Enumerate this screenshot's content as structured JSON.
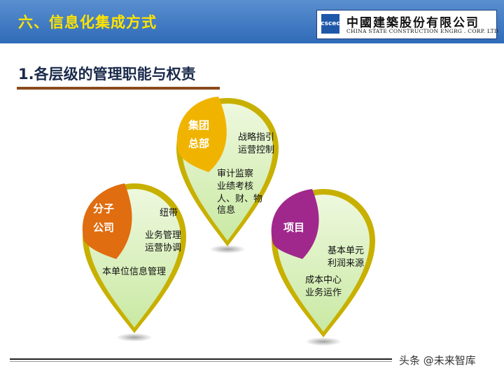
{
  "header": {
    "title": "六、信息化集成方式",
    "logo_cn": "中國建築股份有限公司",
    "logo_en": "CHINA STATE CONSTRUCTION ENGRG . CORP. LTD",
    "logo_mark": "cscec"
  },
  "section": {
    "title": "1.各层级的管理职能与权责"
  },
  "pins": {
    "group": {
      "title_lines": [
        "集团",
        "总部"
      ],
      "lines": [
        "战略指引",
        "运营控制",
        "审计监察",
        "业绩考核",
        "人、财、物",
        "信息"
      ],
      "color": "#f0b400"
    },
    "branch": {
      "title_lines": [
        "分子",
        "公司"
      ],
      "lines": [
        "纽带",
        "业务管理",
        "运营协调",
        "本单位信息管理"
      ],
      "color": "#e06d10"
    },
    "project": {
      "title_lines": [
        "项目"
      ],
      "lines": [
        "基本单元",
        "利润来源",
        "成本中心",
        "业务运作"
      ],
      "color": "#a0288c"
    }
  },
  "colors": {
    "header": "#2f6bb8",
    "title_accent": "#ffe400",
    "pin_fill": "#d8f0bc"
  },
  "footer": {
    "watermark": "头条 @未来智库"
  }
}
